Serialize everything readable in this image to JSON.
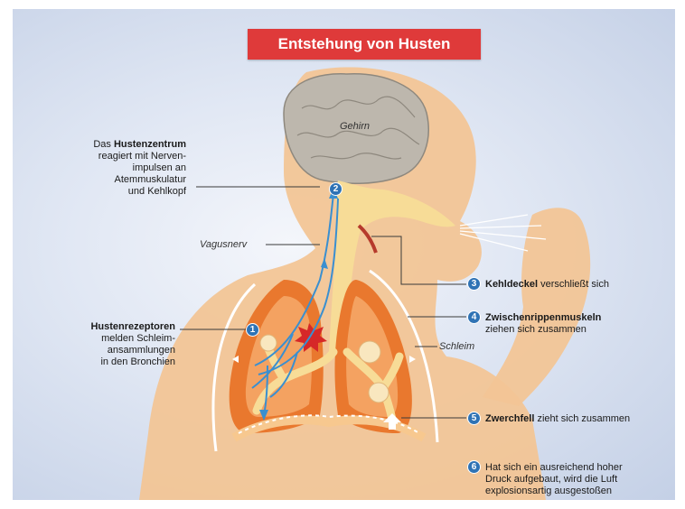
{
  "title": "Entstehung von Husten",
  "labels": {
    "brain": "Gehirn",
    "vagus": "Vagusnerv",
    "mucus": "Schleim"
  },
  "callouts": [
    {
      "number": "1",
      "bold": "Hustenrezeptoren",
      "lines": [
        "melden Schleim-",
        "ansammlungen",
        "in den Bronchien"
      ]
    },
    {
      "number": "2",
      "prefix": "Das ",
      "bold": "Hustenzentrum",
      "lines": [
        "reagiert mit Nerven-",
        "impulsen an",
        "Atemmuskulatur",
        "und Kehlkopf"
      ]
    },
    {
      "number": "3",
      "bold": "Kehldeckel",
      "rest": " verschließt sich"
    },
    {
      "number": "4",
      "bold": "Zwischenrippenmuskeln",
      "lines": [
        "ziehen sich zusammen"
      ]
    },
    {
      "number": "5",
      "bold": "Zwerchfell",
      "rest": " zieht sich zusammen"
    },
    {
      "number": "6",
      "lines": [
        "Hat sich ein ausreichend hoher",
        "Druck aufgebaut, wird die Luft",
        "explosionsartig ausgestoßen"
      ]
    }
  ],
  "colors": {
    "title_bg": "#df3a3a",
    "badge": "#2f73b5",
    "body": "#f2bf8e",
    "lung": "#e9782e",
    "airway": "#f7de9c",
    "nerve": "#3a8fd0"
  }
}
